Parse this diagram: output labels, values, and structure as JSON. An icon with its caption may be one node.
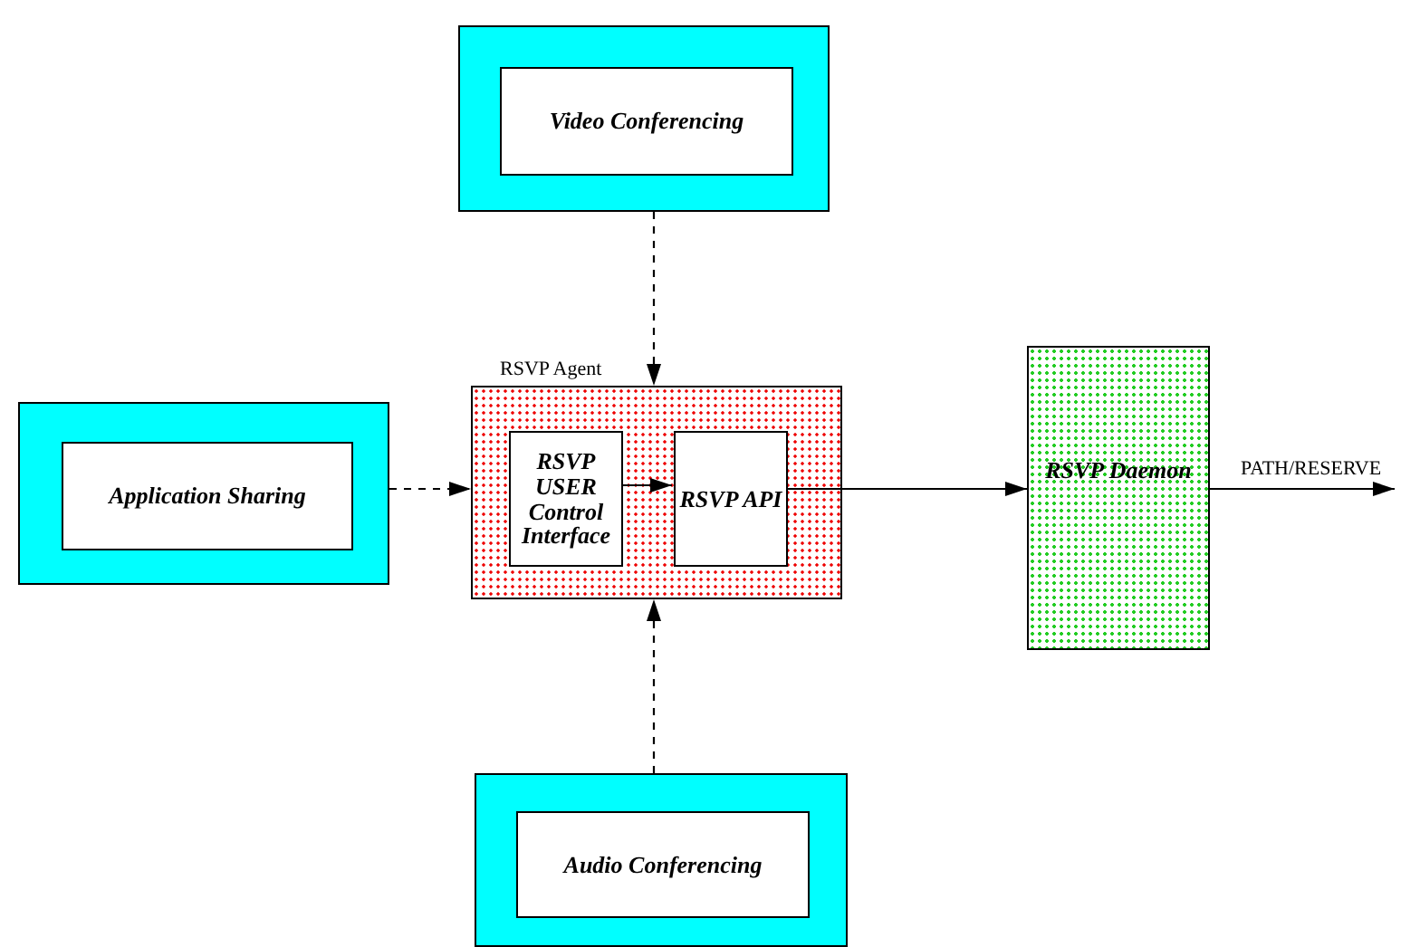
{
  "diagram": {
    "nodes": [
      {
        "text": [
          "Video Conferencing"
        ]
      },
      {
        "text": [
          "Application Sharing"
        ]
      },
      {
        "text": [
          "RSVP Agent"
        ]
      },
      {
        "text": [
          "RSVP USER Control Interface"
        ],
        "in": 2
      },
      {
        "text": [
          "RSVP API"
        ],
        "in": 2
      },
      {
        "text": [
          "RSVP Daemon"
        ]
      },
      {
        "text": [
          "Audio Conferencing"
        ]
      }
    ],
    "edges": [
      {
        "from": 0,
        "to": 2,
        "arrow": "to",
        "style": "dashed"
      },
      {
        "from": 1,
        "to": 2,
        "arrow": "to",
        "style": "dashed"
      },
      {
        "from": 6,
        "to": 2,
        "arrow": "to",
        "style": "dashed"
      },
      {
        "from": 3,
        "to": 4,
        "arrow": "to"
      },
      {
        "from": 4,
        "to": 5,
        "arrow": "to"
      },
      {
        "from": 5,
        "to": null,
        "arrow": "to",
        "label": "PATH/RESERVE"
      }
    ]
  }
}
